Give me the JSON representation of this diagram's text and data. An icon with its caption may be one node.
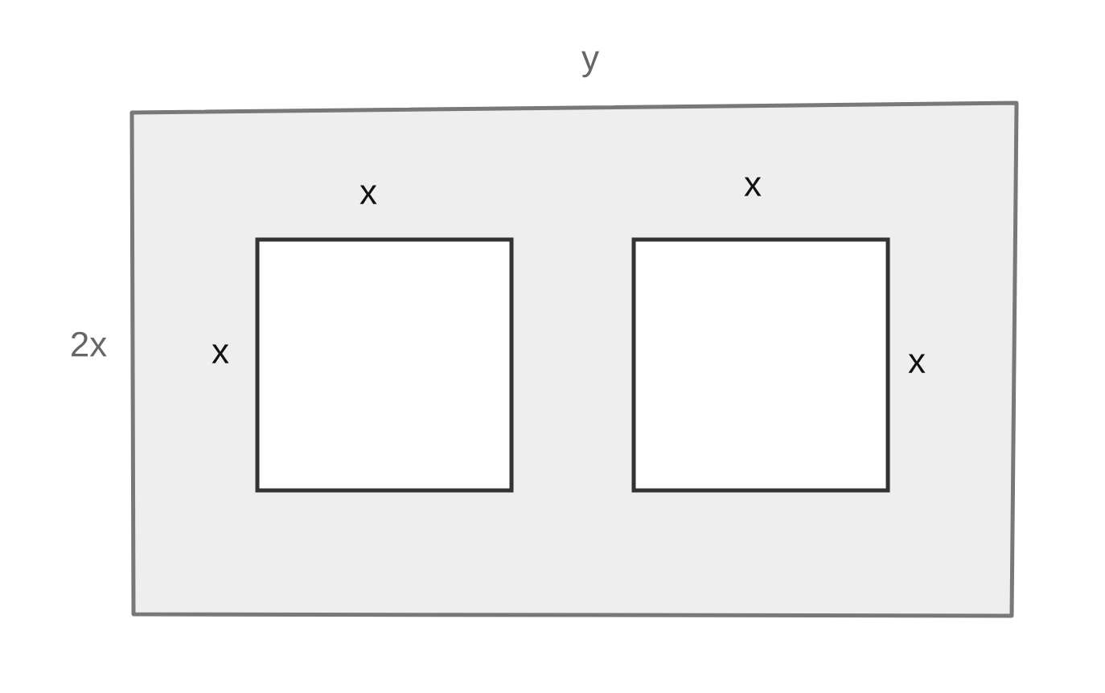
{
  "diagram": {
    "labels": [
      "y",
      "2x",
      "x",
      "x",
      "x",
      "x"
    ]
  }
}
